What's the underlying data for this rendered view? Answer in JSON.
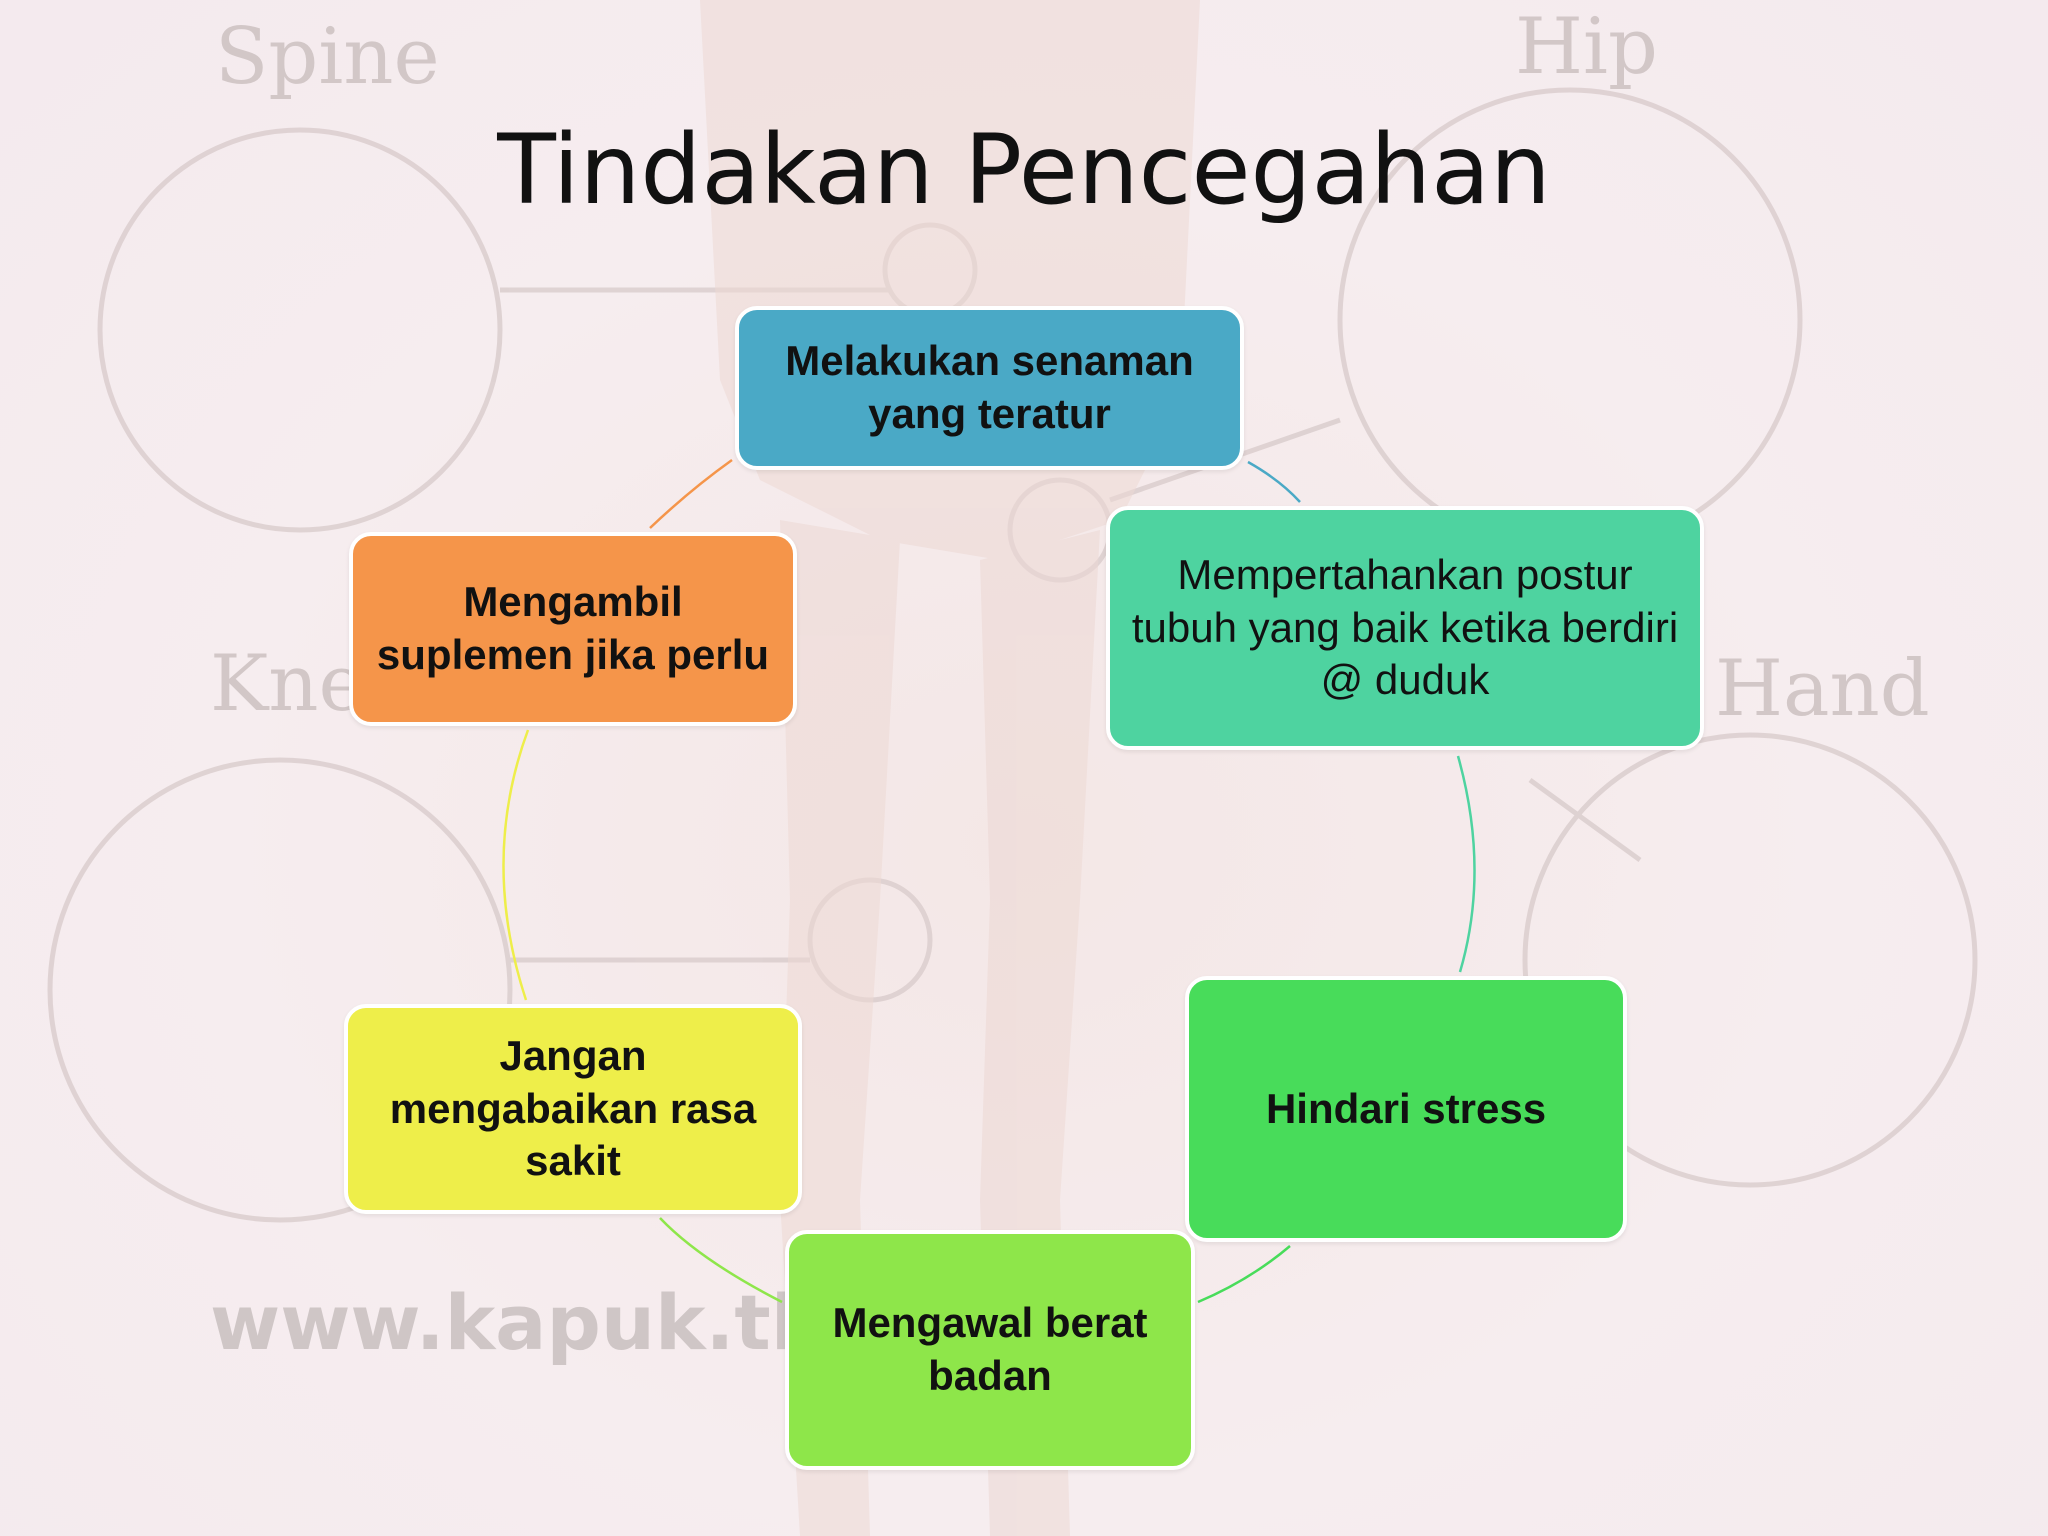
{
  "slide": {
    "title": "Tindakan Pencegahan",
    "background_labels": {
      "spine": "Spine",
      "hip": "Hip",
      "knee": "Kne",
      "hand": "Hand",
      "watermark": "www.kapuk.tk"
    }
  },
  "cycle": {
    "nodes": [
      {
        "text": "Melakukan senaman yang teratur",
        "color": "#4aa9c6",
        "bold": true
      },
      {
        "text": "Mempertahankan postur tubuh yang baik ketika berdiri @ duduk",
        "color": "#4ed3a0",
        "bold": false
      },
      {
        "text": "Hindari stress",
        "color": "#48dc5a",
        "bold": true
      },
      {
        "text": "Mengawal berat badan",
        "color": "#8ee64a",
        "bold": true
      },
      {
        "text": "Jangan mengabaikan rasa sakit",
        "color": "#eeee4a",
        "bold": true
      },
      {
        "text": "Mengambil suplemen jika perlu",
        "color": "#f5954a",
        "bold": true
      }
    ],
    "arc_colors": [
      "#4aa9c6",
      "#4ed3a0",
      "#48dc5a",
      "#8ee64a",
      "#eeee4a",
      "#f5954a"
    ]
  }
}
